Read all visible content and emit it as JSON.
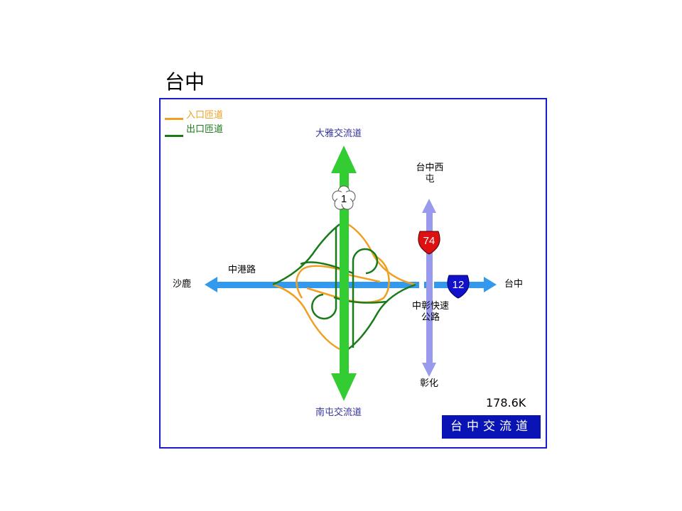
{
  "title": "台中",
  "legend": [
    {
      "label": "入口匝道",
      "color": "#f0a020"
    },
    {
      "label": "出口匝道",
      "color": "#1a7a1a"
    }
  ],
  "destinations": {
    "north": "大雅交流道",
    "south": "南屯交流道",
    "west": "沙鹿",
    "east": "台中",
    "northeast": "台中西屯",
    "southeast": "彰化"
  },
  "roads": {
    "west_road": "中港路",
    "expressway": "中彰快速公路"
  },
  "shields": {
    "freeway": "1",
    "provincial_74": "74",
    "provincial_12": "12"
  },
  "mileage": "178.6K",
  "interchange_name": "台中交流道",
  "colors": {
    "freeway": "#33cc33",
    "road": "#3399ee",
    "expressway": "#9999ee",
    "entrance": "#f0a020",
    "exit": "#1a7a1a",
    "frame": "#1a1acc"
  }
}
